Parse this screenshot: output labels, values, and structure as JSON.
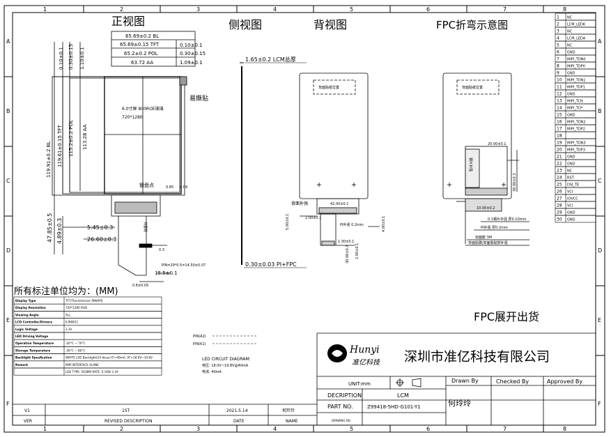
{
  "border": {
    "cols": [
      "1",
      "2",
      "3",
      "4",
      "5",
      "6",
      "7",
      "8"
    ],
    "rows": [
      "A",
      "B",
      "C",
      "D",
      "E",
      "F"
    ]
  },
  "views": {
    "front": "正视图",
    "side": "侧视图",
    "back": "背视图",
    "fpc_bend": "FPC折弯示意图",
    "fpc_flat": "FPC展开出货"
  },
  "front_view": {
    "dims_top": [
      {
        "left": "65.69±0.2 BL",
        "right": ""
      },
      {
        "left": "65.69±0.15 TFT",
        "right": "0.10±0.1"
      },
      {
        "left": "65.2±0.2 POL",
        "right": "0.30±0.15"
      },
      {
        "left": "63.72 AA",
        "right": "1.09±0.1"
      }
    ],
    "dims_left_top": [
      "0.10±0.1",
      "0.30±0.15",
      "1.10±0.1"
    ],
    "dims_left": [
      "119.91±0.2 BL",
      "119.61±0.15 TFT",
      "115.2±0.2 POL",
      "113.28 AA"
    ],
    "panel_text_1": "6.0寸屏 800ROE玻璃",
    "panel_text_2": "720*1280",
    "peel_label": "易撕贴",
    "mark_label": "银盘点",
    "small_dims": [
      "0.85",
      "4.09"
    ],
    "fpc_dims": [
      "5.45±0.3",
      "26.60±0.3",
      "47.85±0.5",
      "4.89±0.3"
    ],
    "pitch_label": "PIN=29*0.5=14.50±0.07",
    "bottom_dim": "15.5±0.1",
    "bottom_dim2": "0.3",
    "width_label": "0.8±0.05",
    "fpc_note": "外露铜"
  },
  "side_view": {
    "thickness": "1.65±0.2 LCM总厚",
    "fpc_thickness": "0.30±0.03 PI+FPC"
  },
  "back_view": {
    "label_box": "背面贴纸位置",
    "stiffener": "背面补强",
    "dim_a": "42.00±0.1",
    "dim_b": "2.00±0.1",
    "dim_c": "5.00±0.1",
    "dim_d": "4.00±0.1",
    "dim_e": "30.00±0.3",
    "dim_f": "2.00±0.1",
    "dim_g": "1.30±0.1",
    "note": "PI补强 0.2mm"
  },
  "fpc_bend_view": {
    "label_box": "背面贴纸位置",
    "dim_a": "20.00±0.1",
    "dim_b": "30.00±0.3",
    "dim_c": "10.00±0.2",
    "mid_label": "钢片补强",
    "note_1": "0.1钢片补强 厚0.10mm",
    "note_2": "PI补强 厚0.2mm",
    "note_3": "双面胶 3M",
    "note_4": "背面贴膜/双面胶黏附补强"
  },
  "pins": [
    {
      "no": "1",
      "name": "NC"
    },
    {
      "no": "2",
      "name": "LCM_LEDK"
    },
    {
      "no": "3",
      "name": "NC"
    },
    {
      "no": "4",
      "name": "LCM_LEDA"
    },
    {
      "no": "5",
      "name": "NC"
    },
    {
      "no": "6",
      "name": "GND"
    },
    {
      "no": "7",
      "name": "MIPI_TDN0"
    },
    {
      "no": "8",
      "name": "MIPI_TDP0"
    },
    {
      "no": "9",
      "name": "GND"
    },
    {
      "no": "10",
      "name": "MIPI_TDN1"
    },
    {
      "no": "11",
      "name": "MIPI_TDP1"
    },
    {
      "no": "12",
      "name": "GND"
    },
    {
      "no": "13",
      "name": "MIPI_TCN"
    },
    {
      "no": "14",
      "name": "MIPI_TCP"
    },
    {
      "no": "15",
      "name": "GND"
    },
    {
      "no": "16",
      "name": "MIPI_TDN2"
    },
    {
      "no": "17",
      "name": "MIPI_TDP2"
    },
    {
      "no": "18",
      "name": ""
    },
    {
      "no": "19",
      "name": "MIPI_TDN3"
    },
    {
      "no": "20",
      "name": "MIPI_TDP3"
    },
    {
      "no": "21",
      "name": "GND"
    },
    {
      "no": "22",
      "name": "GND"
    },
    {
      "no": "23",
      "name": "NC"
    },
    {
      "no": "24",
      "name": "RST"
    },
    {
      "no": "25",
      "name": "DSI_TE"
    },
    {
      "no": "26",
      "name": "VCI"
    },
    {
      "no": "27",
      "name": "IOVCC"
    },
    {
      "no": "28",
      "name": "VCI"
    },
    {
      "no": "29",
      "name": "GND"
    },
    {
      "no": "30",
      "name": "GND"
    }
  ],
  "unit_note": "所有标注单位均为：(MM)",
  "specs": [
    {
      "k": "Display Type",
      "v": "TFT/Transmissive /NW/IPS"
    },
    {
      "k": "Display Resolution",
      "v": "720*1280 RGB"
    },
    {
      "k": "Viewing Angle",
      "v": "ALL"
    },
    {
      "k": "LCD Controller/Drivers",
      "v": "ILI9881C"
    },
    {
      "k": "Logic Voltage",
      "v": "3.3V"
    },
    {
      "k": "LED Driving Voltage",
      "v": ""
    },
    {
      "k": "Operation Temperature",
      "v": "-20°C ~ 70°C"
    },
    {
      "k": "Storage Temperature",
      "v": "-30°C ~ 80°C"
    },
    {
      "k": "Backlight Spesfication",
      "v": "WHITE LED Backlight(24 dices)  IF=40mA, VF=18.0V~19.8V"
    },
    {
      "k": "Remark",
      "v": "MIPI INTERFACE 4LANE"
    },
    {
      "k": "",
      "v": "LED TYPE: 5S3BM  RATE: 0.16W  3.3V"
    }
  ],
  "circuit": {
    "pin_a": "PIN(A2)",
    "pin_k": "PIN(K1)",
    "title": "LED CIRCUIT DIAGRAM:",
    "line_1": "电压: 18.0V~19.8V@40mA",
    "line_2": "电流: 40mA"
  },
  "company": {
    "logo_text": "Hunyi",
    "logo_sub": "准亿科技",
    "name": "深圳市准亿科技有限公司"
  },
  "title_block": {
    "unit_label": "UNIT:mm",
    "drawn_by": "Drawn By",
    "checked_by": "Checked By",
    "approved_by": "Approved By",
    "description_label": "DECRIPTION",
    "description_value": "LCM",
    "part_label": "PART NO.",
    "part_value": "Z99418-5HD-G101-Y1",
    "drawer_name": "何玲玲",
    "drawing_no_label": "DRAWING NO."
  },
  "revision": {
    "ver": "V1",
    "description": "1ST",
    "date": "2021.5.14",
    "name": "何玲玲",
    "h_ver": "VER",
    "h_desc": "REVISED DESCRIPTION",
    "h_date": "DATE",
    "h_name": "NAME"
  }
}
